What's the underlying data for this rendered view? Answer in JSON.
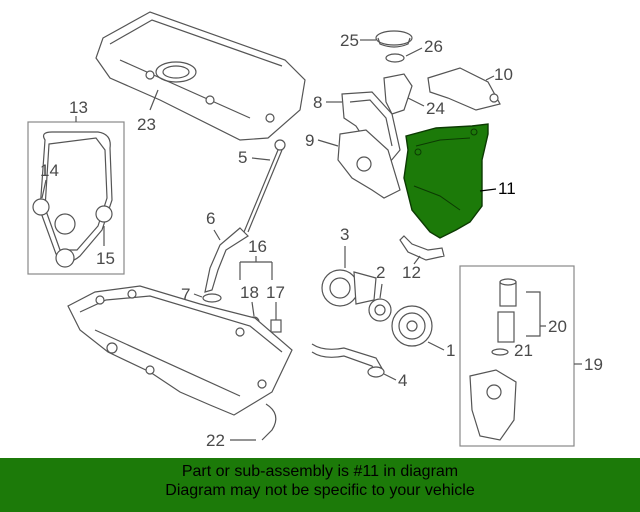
{
  "diagram": {
    "highlighted_part": "11",
    "highlight_color": "#1c7a09",
    "callouts": {
      "c1": "1",
      "c2": "2",
      "c3": "3",
      "c4": "4",
      "c5": "5",
      "c6": "6",
      "c7": "7",
      "c8": "8",
      "c9": "9",
      "c10": "10",
      "c11": "11",
      "c12": "12",
      "c13": "13",
      "c14": "14",
      "c15": "15",
      "c16": "16",
      "c17": "17",
      "c18": "18",
      "c19": "19",
      "c20": "20",
      "c21": "21",
      "c22": "22",
      "c23": "23",
      "c24": "24",
      "c25": "25",
      "c26": "26"
    }
  },
  "banner": {
    "line1": "Part or sub-assembly is #11 in diagram",
    "line2": "Diagram may not be specific to your vehicle",
    "background": "#1c7a09"
  }
}
